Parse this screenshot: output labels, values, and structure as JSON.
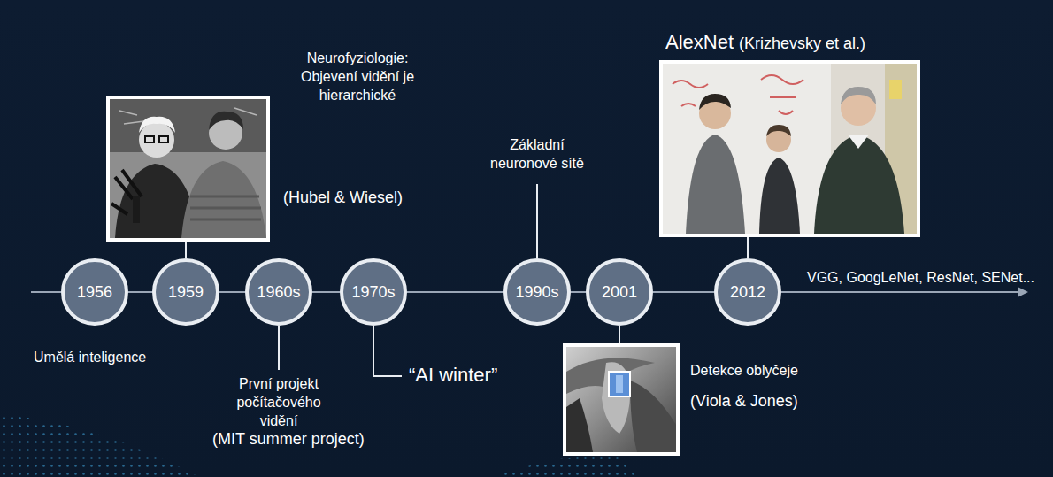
{
  "diagram": {
    "nodes": [
      {
        "text": [
          "1956"
        ]
      },
      {
        "text": [
          "1959"
        ]
      },
      {
        "text": [
          "1960s"
        ]
      },
      {
        "text": [
          "1970s"
        ]
      },
      {
        "text": [
          "1990s"
        ]
      },
      {
        "text": [
          "2001"
        ]
      },
      {
        "text": [
          "2012"
        ]
      }
    ],
    "edges": [
      {
        "from": 0,
        "to": 1,
        "arrow": "none"
      },
      {
        "from": 1,
        "to": 2,
        "arrow": "none"
      },
      {
        "from": 2,
        "to": 3,
        "arrow": "none"
      },
      {
        "from": 3,
        "to": 4,
        "arrow": "none"
      },
      {
        "from": 4,
        "to": 5,
        "arrow": "none"
      },
      {
        "from": 5,
        "to": 6,
        "arrow": "none"
      }
    ],
    "labels": [
      "Umělá inteligence",
      "Neurofyziologie: Objevení vidění je hierarchické",
      "(Hubel & Wiesel)",
      "První projekt počítačového vidění",
      "(MIT summer project)",
      "“AI winter”",
      "Základní neuronové sítě",
      "Detekce oblyčeje",
      "(Viola & Jones)",
      "AlexNet",
      "(Krizhevsky et al.)",
      "VGG, GoogLeNet, ResNet, SENet..."
    ]
  }
}
